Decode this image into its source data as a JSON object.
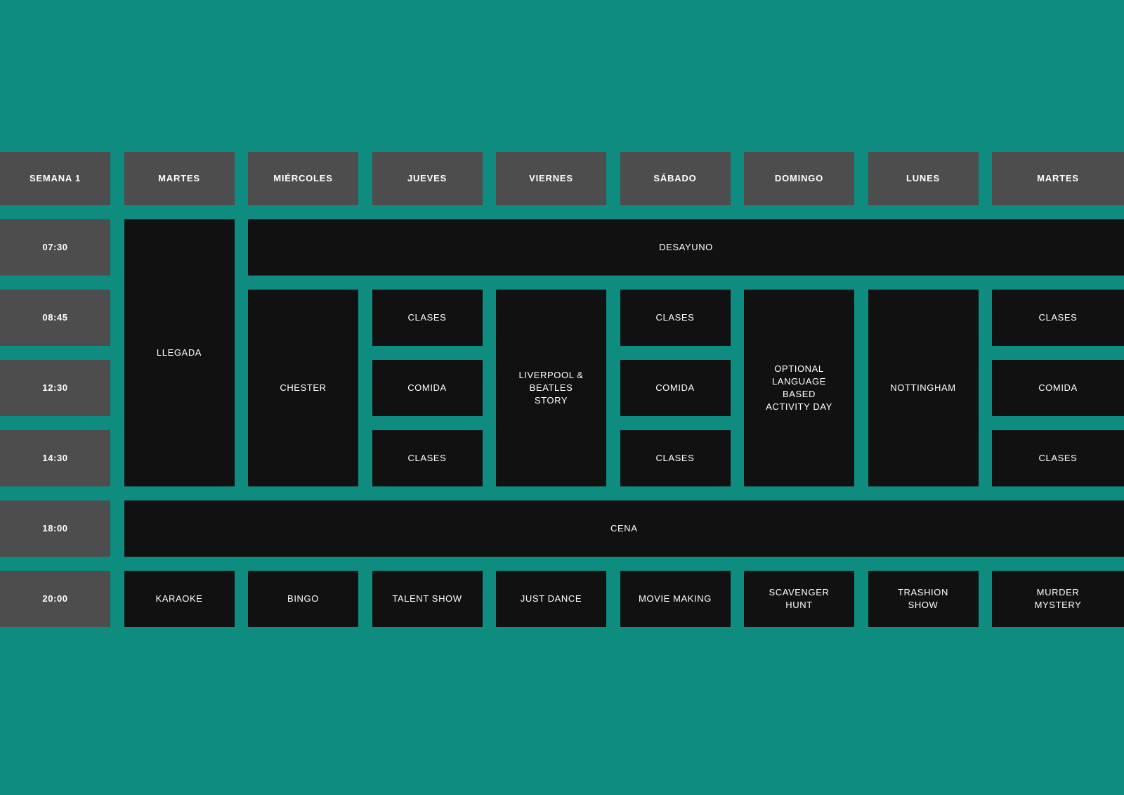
{
  "colors": {
    "background": "#0D8C7F",
    "label_cell": "#4D4D4D",
    "event_cell": "#111111",
    "text": "#FFFFFF"
  },
  "week_label": "SEMANA 1",
  "day_headers": [
    "MARTES",
    "MIÉRCOLES",
    "JUEVES",
    "VIERNES",
    "SÁBADO",
    "DOMINGO",
    "LUNES",
    "MARTES"
  ],
  "time_labels": [
    "07:30",
    "08:45",
    "12:30",
    "14:30",
    "18:00",
    "20:00"
  ],
  "events": {
    "llegada": "LLEGADA",
    "desayuno": "DESAYUNO",
    "chester": "CHESTER",
    "clases_jueves_am": "CLASES",
    "comida_jueves": "COMIDA",
    "clases_jueves_pm": "CLASES",
    "liverpool": "LIVERPOOL & BEATLES STORY",
    "clases_sabado_am": "CLASES",
    "comida_sabado": "COMIDA",
    "clases_sabado_pm": "CLASES",
    "optional_day": "OPTIONAL LANGUAGE BASED ACTIVITY DAY",
    "nottingham": "NOTTINGHAM",
    "clases_martes2_am": "CLASES",
    "comida_martes2": "COMIDA",
    "clases_martes2_pm": "CLASES",
    "cena": "CENA",
    "karaoke": "KARAOKE",
    "bingo": "BINGO",
    "talent_show": "TALENT SHOW",
    "just_dance": "JUST DANCE",
    "movie_making": "MOVIE MAKING",
    "scavenger_hunt": "SCAVENGER HUNT",
    "trashion_show": "TRASHION SHOW",
    "murder_mystery": "MURDER MYSTERY"
  }
}
